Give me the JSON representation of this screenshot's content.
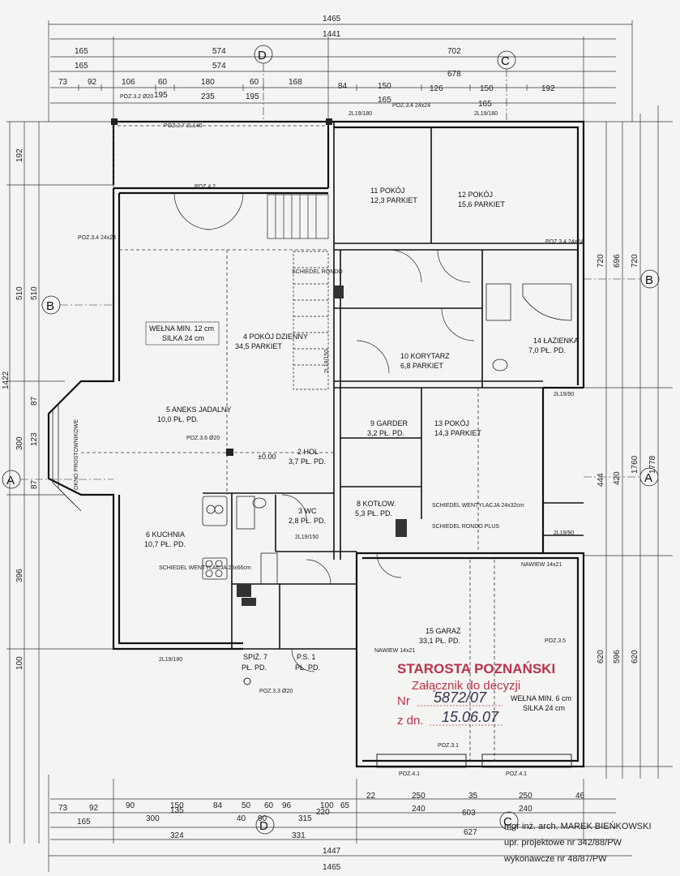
{
  "dimensions": {
    "top_total_1": "1465",
    "top_total_2": "1441",
    "top_left_1": "165",
    "top_mid_1": "574",
    "top_right_1": "702",
    "top_left_2": "165",
    "top_mid_2": "574",
    "top_right_2": "678",
    "row3": [
      "73",
      "92",
      "106",
      "60",
      "180",
      "60",
      "168",
      "84",
      "150",
      "126",
      "150",
      "192"
    ],
    "row4": [
      "195",
      "235",
      "195",
      "165",
      "165"
    ],
    "bottom_row1": [
      "73",
      "92",
      "90",
      "150",
      "84",
      "50",
      "60",
      "96",
      "100",
      "65",
      "22",
      "250",
      "35",
      "250",
      "46"
    ],
    "bottom_row2": [
      "165",
      "300",
      "135",
      "40",
      "90",
      "315",
      "220",
      "240",
      "603",
      "240"
    ],
    "bottom_row3": [
      "324",
      "331",
      "627"
    ],
    "bottom_total_1": "1447",
    "bottom_total_2": "1465",
    "left_side": [
      "1422",
      "510",
      "300",
      "396",
      "100",
      "192",
      "510",
      "87",
      "123",
      "87"
    ],
    "right_side": [
      "720",
      "696",
      "720",
      "1760",
      "1778",
      "444",
      "420",
      "620",
      "596",
      "620"
    ]
  },
  "axes": {
    "A": "A",
    "B": "B",
    "C": "C",
    "D": "D"
  },
  "rooms": [
    {
      "num": "11",
      "name": "POKÓJ",
      "area": "12,3",
      "floor": "PARKIET"
    },
    {
      "num": "12",
      "name": "POKÓJ",
      "area": "15,6",
      "floor": "PARKIET"
    },
    {
      "num": "4",
      "name": "POKÓJ DZIENNY",
      "area": "34,5",
      "floor": "PARKIET"
    },
    {
      "num": "10",
      "name": "KORYTARZ",
      "area": "6,8",
      "floor": "PARKIET"
    },
    {
      "num": "14",
      "name": "ŁAZIENKA",
      "area": "7,0",
      "floor": "PŁ. PD."
    },
    {
      "num": "5",
      "name": "ANEKS JADALNY",
      "area": "10,0",
      "floor": "PŁ. PD."
    },
    {
      "num": "9",
      "name": "GARDER",
      "area": "3,2",
      "floor": "PŁ. PD."
    },
    {
      "num": "13",
      "name": "POKÓJ",
      "area": "14,3",
      "floor": "PARKIET"
    },
    {
      "num": "2",
      "name": "HOL",
      "area": "3,7",
      "floor": "PŁ. PD."
    },
    {
      "num": "3",
      "name": "WC",
      "area": "2,8",
      "floor": "PŁ. PD."
    },
    {
      "num": "8",
      "name": "KOTŁOW.",
      "area": "5,3",
      "floor": "PŁ. PD."
    },
    {
      "num": "6",
      "name": "KUCHNIA",
      "area": "10,7",
      "floor": "PŁ. PD."
    },
    {
      "num": "15",
      "name": "GARAŻ",
      "area": "33,1",
      "floor": "PŁ. PD."
    },
    {
      "num": "7",
      "name": "SPIŻ.",
      "area": "",
      "floor": "PŁ. PD."
    },
    {
      "num": "1",
      "name": "P.S.",
      "area": "",
      "floor": "PŁ. PD."
    }
  ],
  "annotations": {
    "insulation_1": "WEŁNA MIN. 12 cm",
    "silka_1": "SILKA 24 cm",
    "insulation_2": "WEŁNA MIN. 6 cm",
    "silka_2": "SILKA 24 cm",
    "schiedel_1": "SCHIEDEL RONDO",
    "schiedel_2": "SCHIEDEL WENTYLACJA 24x32cm",
    "schiedel_3": "SCHIEDEL RONDO PLUS",
    "schiedel_4": "SCHIEDEL WENTYLACJA 25x66cm",
    "nawiew_1": "NAWIEW 14x21",
    "nawiew_2": "NAWIEW 14x21",
    "level": "±0.00",
    "poz_32": "POZ.3.2 Ø20",
    "poz_27": "POZ.2.7 2L140",
    "poz_42": "POZ.4.2",
    "poz_34a": "POZ.3.4 24x24",
    "poz_34b": "POZ.3.4 24x24",
    "poz_34c": "POZ.3.4 24x24",
    "poz_36": "POZ.3.6 Ø20",
    "poz_33": "POZ.3.3 Ø20",
    "poz_35": "POZ.3.5",
    "poz_31": "POZ.3.1",
    "poz_41a": "POZ.4.1",
    "poz_41b": "POZ.4.1",
    "lintel_1": "2L19/180",
    "lintel_2": "2L19/180",
    "lintel_3": "2L19/150",
    "lintel_4": "2L19/90",
    "lintel_5": "2L19/180",
    "lintel_6": "2L19/90",
    "lintel_7": "2L19/150",
    "okno_label": "OKNO PROSTOWNIKOWE"
  },
  "stamp": {
    "line1": "STAROSTA POZNAŃSKI",
    "line2": "Załącznik do decyzji",
    "nr_label": "Nr",
    "nr_value": "5872/07",
    "date_label": "z dn.",
    "date_value": "15.06.07"
  },
  "signature": {
    "line1": "mgr inż. arch. MAREK BIEŃKOWSKI",
    "line2": "upr. projektowe nr 342/88/PW",
    "line3": "wykonawcze nr 48/87/PW"
  }
}
